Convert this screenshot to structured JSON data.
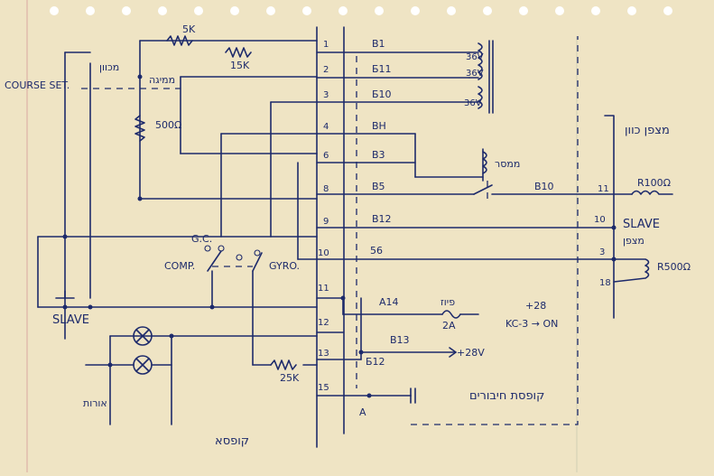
{
  "title_left": "COURSE SET.",
  "labels": {
    "pot_top": "5K",
    "res_15k": "15K",
    "res_500": "500Ω",
    "res_25k": "25K",
    "res_100": "R100Ω",
    "res_r500": "R500Ω",
    "coil_36v": "36V",
    "gc": "G.C.",
    "comp": "COMP.",
    "gyro": "GYRO.",
    "slave_button": "SLAVE",
    "slave_right": "SLAVE",
    "plus28_top": "+28",
    "kc3_on": "KC-3 → ON",
    "plus28v": "+28V",
    "fuse_2a": "2A",
    "a_label": "A"
  },
  "pins": [
    "1",
    "2",
    "3",
    "4",
    "6",
    "8",
    "9",
    "10",
    "11",
    "12",
    "13",
    "15"
  ],
  "b_labels": [
    "B1",
    "Б11",
    "Б10",
    "BH",
    "B3",
    "B5",
    "B12",
    "56",
    "A14",
    "B13",
    "Б12",
    "B10"
  ],
  "right_pins": [
    "11",
    "10",
    "3",
    "18"
  ],
  "hebrew_notes": {
    "top_left": "מכוון",
    "top_mid": "ממיגה",
    "right_box": "מצפן כוון",
    "slave_note": "מצפן",
    "relay_note": "ממסר",
    "fuse_note": "פיוז",
    "kc_note": "כוון",
    "lamps_note": "אורות",
    "bottom_mid": "קופסא",
    "bottom_right": "קופסת חיבורים"
  },
  "colors": {
    "paper": "#efe4c4",
    "ink": "#1d2a6b"
  }
}
